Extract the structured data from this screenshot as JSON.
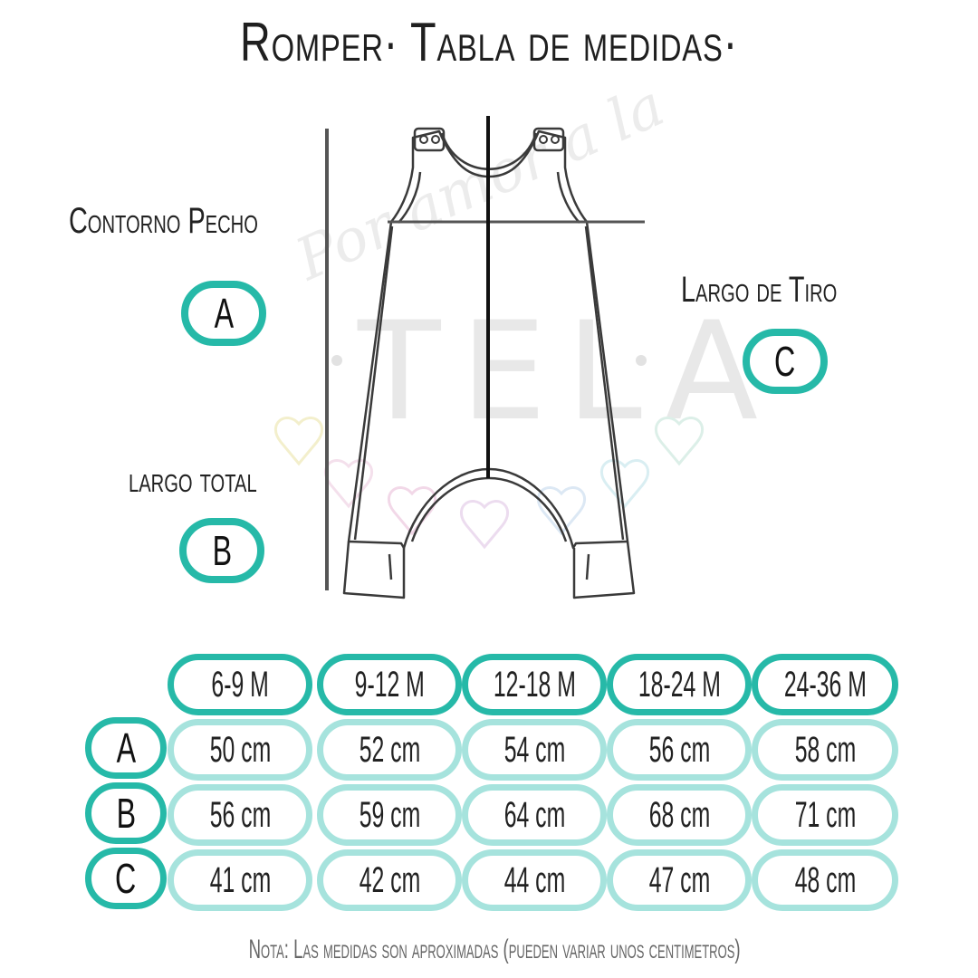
{
  "title": "Romper· Tabla de medidas·",
  "diagram": {
    "watermark_script": "Por amor a la",
    "watermark_main": "TELA",
    "labels": {
      "chest": "Contorno Pecho",
      "total": "largo total",
      "rise": "Largo de Tiro"
    },
    "badges": {
      "a": "A",
      "b": "B",
      "c": "C"
    }
  },
  "table": {
    "headers": [
      "6-9 M",
      "9-12 M",
      "12-18 M",
      "18-24 M",
      "24-36 M"
    ],
    "rows": [
      {
        "key": "A",
        "values": [
          "50 cm",
          "52 cm",
          "54 cm",
          "56 cm",
          "58 cm"
        ]
      },
      {
        "key": "B",
        "values": [
          "56 cm",
          "59 cm",
          "64 cm",
          "68 cm",
          "71 cm"
        ]
      },
      {
        "key": "C",
        "values": [
          "41 cm",
          "42 cm",
          "44 cm",
          "47 cm",
          "48 cm"
        ]
      }
    ]
  },
  "note": "Nota: Las medidas son aproximadas (pueden variar unos centimetros)",
  "colors": {
    "accent": "#26b9a8",
    "light_accent": "#a6e3dd"
  }
}
